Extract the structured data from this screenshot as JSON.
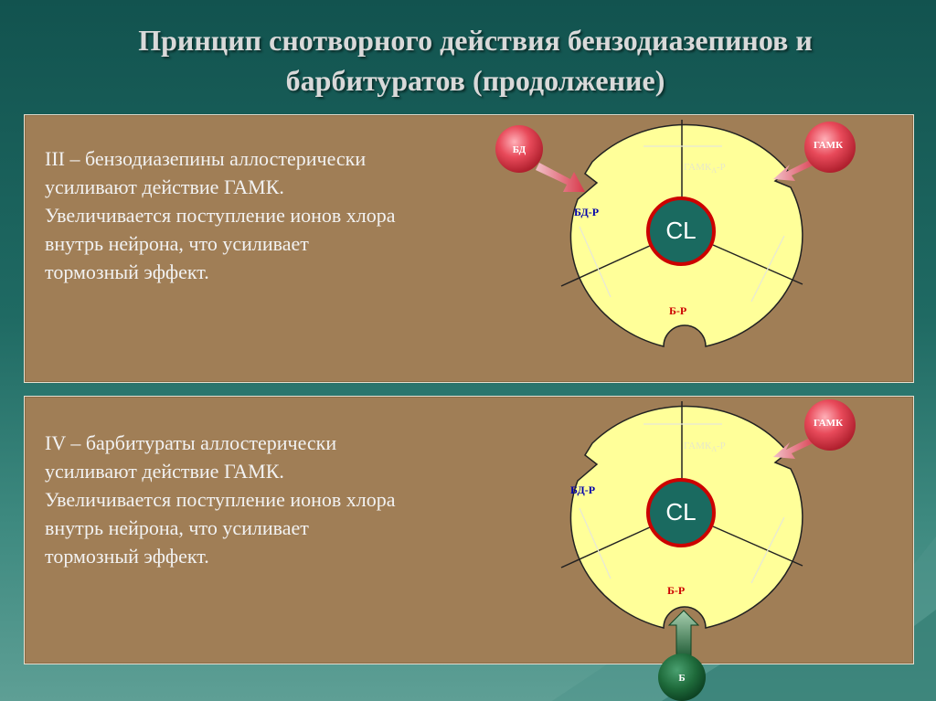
{
  "slide": {
    "title_line1": "Принцип снотворного действия бензодиазепинов и",
    "title_line2": "барбитуратов (продолжение)"
  },
  "panels": [
    {
      "lines": [
        "III – бензодиазепины аллостерически",
        "усиливают действие ГАМК.",
        "Увеличивается поступление ионов хлора",
        "внутрь нейрона, что усиливает",
        "тормозный эффект."
      ],
      "diagram": {
        "center": "CL",
        "bd_r": "БД-Р",
        "b_r": "Б-Р",
        "gamk_r": "ГАМК",
        "gamk_r_sub": "А",
        "gamk_r_suffix": "-Р",
        "ligand_bd": "БД",
        "ligand_gamk": "ГАМК"
      }
    },
    {
      "lines": [
        "IV – барбитураты аллостерически",
        "усиливают действие ГАМК.",
        "Увеличивается поступление ионов хлора",
        "внутрь нейрона, что усиливает",
        "тормозный эффект."
      ],
      "diagram": {
        "center": "CL",
        "bd_r": "БД-Р",
        "b_r": "Б-Р",
        "gamk_r": "ГАМК",
        "gamk_r_sub": "А",
        "gamk_r_suffix": "-Р",
        "ligand_gamk": "ГАМК",
        "ligand_b": "Б"
      }
    }
  ],
  "colors": {
    "receptor_fill": "#ffff99",
    "center_fill": "#1a6a60",
    "center_ring": "#cc0000",
    "ligand_red": "#e03a4a",
    "ligand_green": "#1e6a3a",
    "bd_label": "#0000aa",
    "b_label": "#cc0000"
  }
}
